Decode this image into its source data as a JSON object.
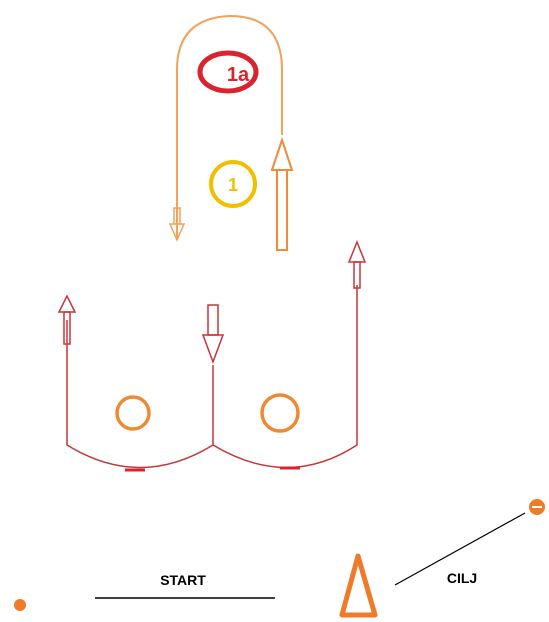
{
  "markers": {
    "marker_1a": {
      "label": "1a",
      "color": "#d9232e"
    },
    "marker_1": {
      "label": "1",
      "color": "#f0c000"
    }
  },
  "labels": {
    "start": "START",
    "finish": "CILJ"
  },
  "colors": {
    "route_orange": "#f2a25a",
    "route_red": "#c8353a",
    "cone": "#ef7a2a",
    "obstacle": "#ef8a33",
    "line": "#000000"
  }
}
